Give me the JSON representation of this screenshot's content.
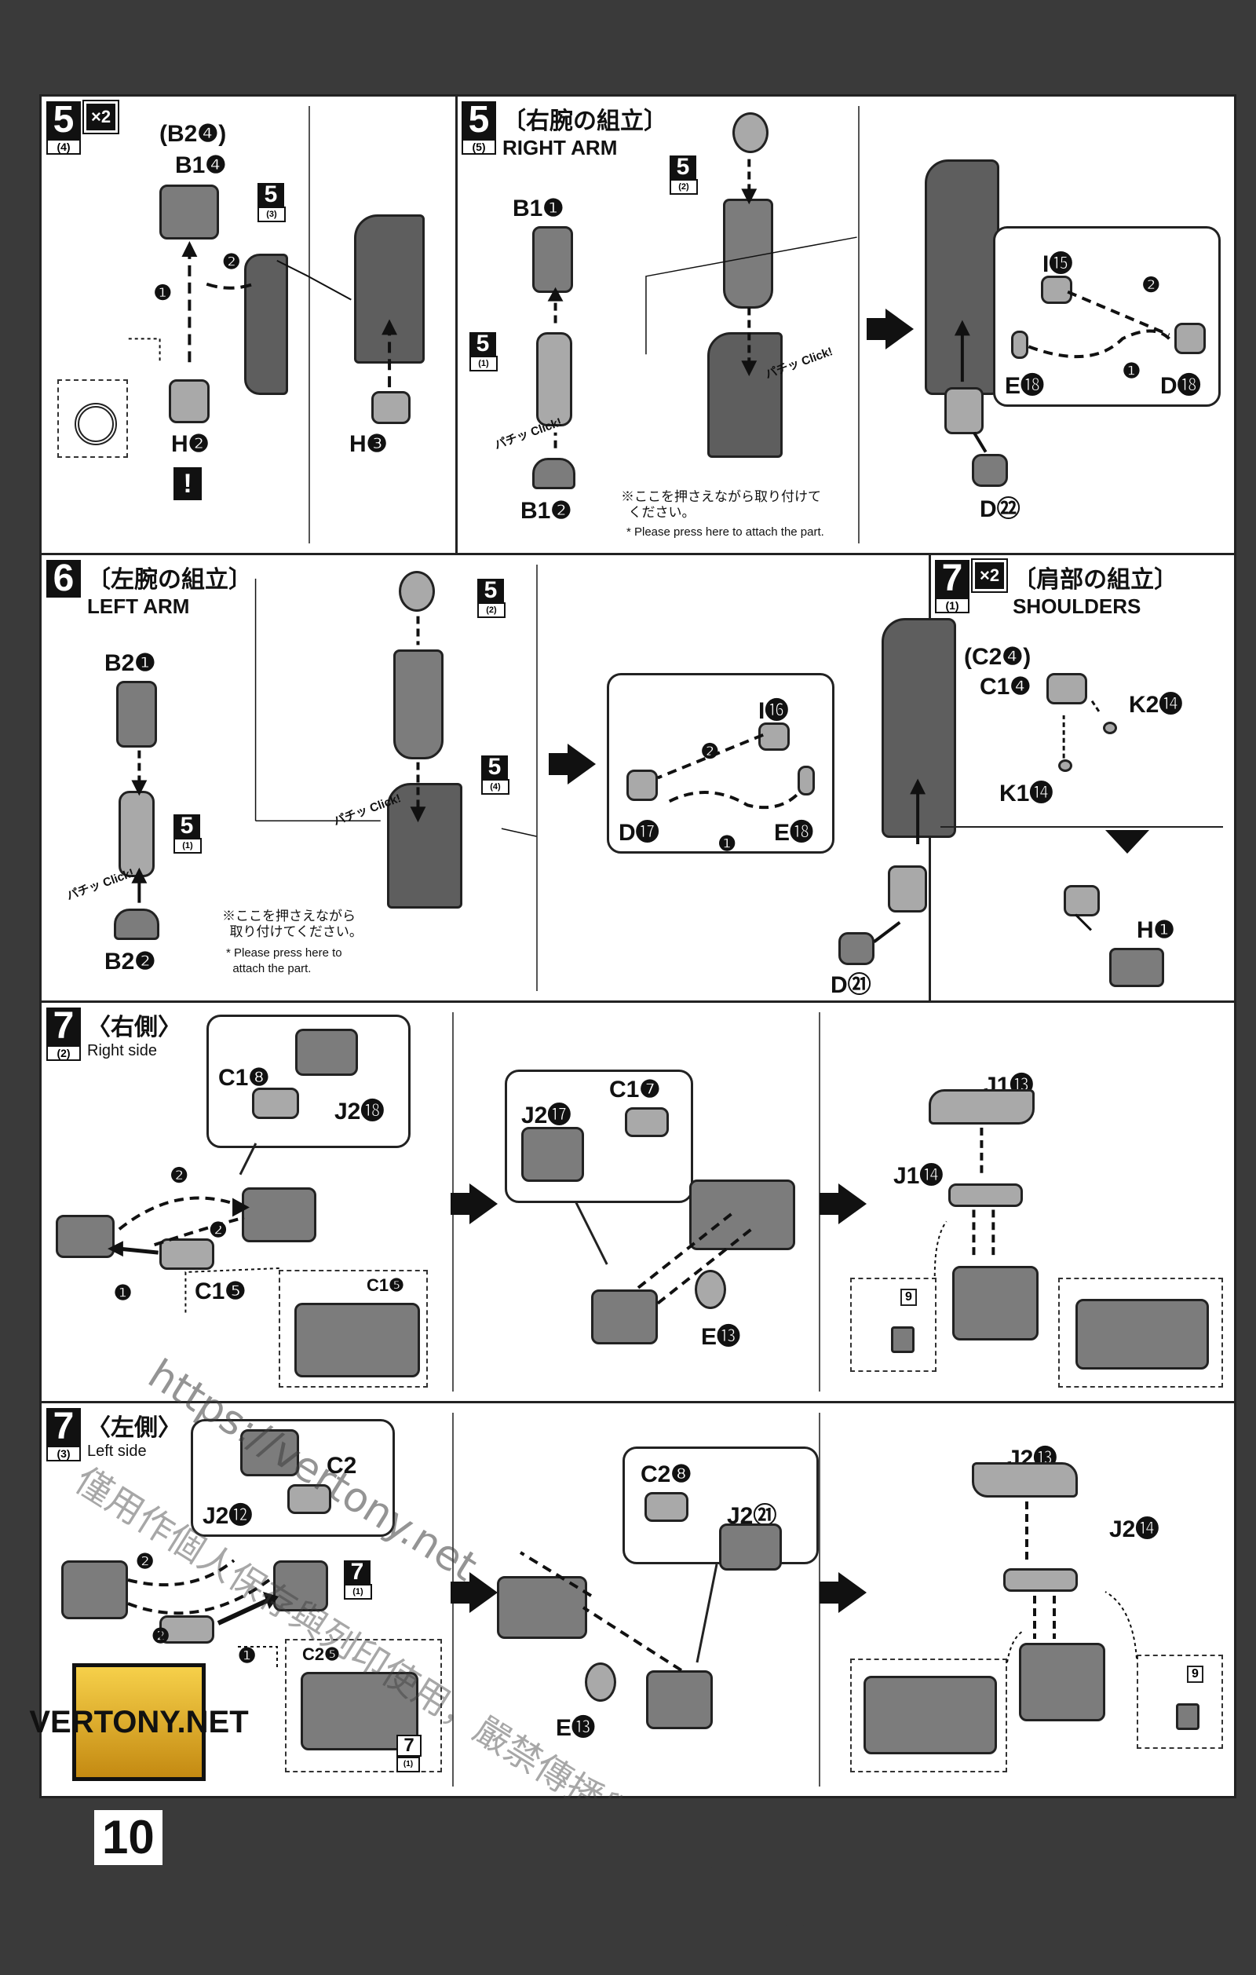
{
  "page_number": "10",
  "watermark": {
    "url": "https://vertony.net",
    "cn": "僅用作個人保存與列印使用，嚴禁傳播與用作商業用途，",
    "logo": "VERTONY.NET"
  },
  "rows": [
    {
      "panels": [
        {
          "step": "5",
          "sub": "(4)",
          "multiplier": "×2",
          "title_jp": "",
          "title_en": "",
          "labels": [
            "(B2❹)",
            "B1❹",
            "H❷",
            "H❸"
          ],
          "ref": {
            "step": "5",
            "sub": "(3)"
          }
        },
        {
          "step": "5",
          "sub": "(5)",
          "title_jp": "〔右腕の組立〕",
          "title_en": "RIGHT ARM",
          "labels": [
            "B1❶",
            "B1❷",
            "I⓯",
            "E⓲",
            "D⓲",
            "D㉒"
          ],
          "refs": [
            {
              "step": "5",
              "sub": "(1)"
            },
            {
              "step": "5",
              "sub": "(2)"
            }
          ],
          "click": "パチッ Click!",
          "note_jp": "※ここを押さえながら取り付けて\n  ください。",
          "note_en": "* Please press here to attach the part."
        }
      ]
    },
    {
      "panels": [
        {
          "step": "6",
          "sub": "",
          "title_jp": "〔左腕の組立〕",
          "title_en": "LEFT ARM",
          "labels": [
            "B2❶",
            "B2❷",
            "I⓰",
            "D⓱",
            "E⓲",
            "D㉑"
          ],
          "refs": [
            {
              "step": "5",
              "sub": "(1)"
            },
            {
              "step": "5",
              "sub": "(2)"
            },
            {
              "step": "5",
              "sub": "(4)"
            }
          ],
          "click": "パチッ Click!",
          "note_jp": "※ここを押さえながら\n  取り付けてください。",
          "note_en": "* Please press here to\n  attach the part."
        },
        {
          "step": "7",
          "sub": "(1)",
          "multiplier": "×2",
          "title_jp": "〔肩部の組立〕",
          "title_en": "SHOULDERS",
          "labels": [
            "(C2❹)",
            "C1❹",
            "K2⓮",
            "K1⓮",
            "H❶"
          ]
        }
      ]
    },
    {
      "panels": [
        {
          "step": "7",
          "sub": "(2)",
          "title_jp": "〈右側〉",
          "title_en": "Right side",
          "labels": [
            "C1❽",
            "J2⓲",
            "C1❺",
            "C1❼",
            "J2⓱",
            "E⓭",
            "J1⓭",
            "J1⓮"
          ],
          "box_label": "C1❺",
          "ref_number": "9"
        }
      ]
    },
    {
      "panels": [
        {
          "step": "7",
          "sub": "(3)",
          "title_jp": "〈左側〉",
          "title_en": "Left side",
          "labels": [
            "C2",
            "J2⓬",
            "C2❽",
            "J2㉑",
            "E⓭",
            "J2⓭",
            "J2⓮"
          ],
          "box_label": "C2❺",
          "ref": {
            "step": "7",
            "sub": "(1)"
          },
          "ref_number": "9"
        }
      ]
    }
  ],
  "step_numbers": {
    "one": "❶",
    "two": "❷"
  }
}
